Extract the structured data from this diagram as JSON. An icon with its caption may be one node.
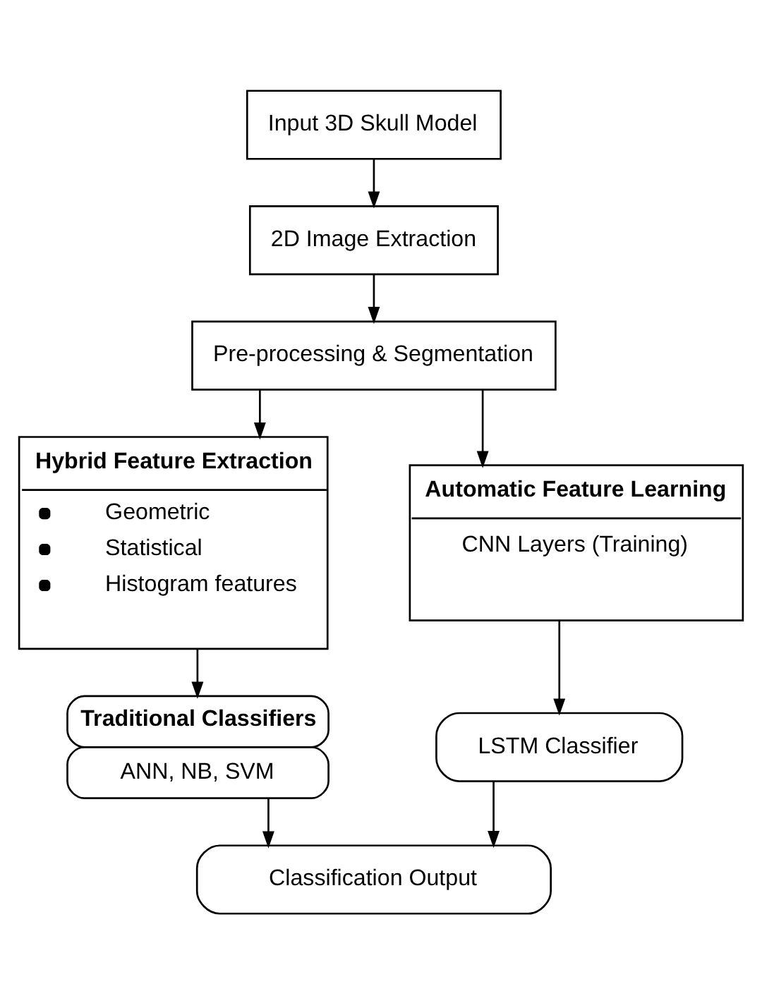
{
  "diagram": {
    "nodes": [
      {
        "text": [
          "Input 3D Skull Model"
        ]
      },
      {
        "text": [
          "2D Image Extraction"
        ]
      },
      {
        "text": [
          "Pre-processing & Segmentation"
        ]
      },
      {
        "text": [
          "Hybrid Feature Extraction",
          "Geometric",
          "Statistical",
          "Histogram features"
        ]
      },
      {
        "text": [
          "Automatic Feature Learning",
          "CNN Layers (Training)"
        ]
      },
      {
        "text": [
          "Traditional Classifiers",
          "ANN, NB, SVM"
        ]
      },
      {
        "text": [
          "LSTM Classifier"
        ]
      },
      {
        "text": [
          "Classification Output"
        ]
      }
    ],
    "edges": [
      {
        "from": 0,
        "to": 1,
        "arrow": "to"
      },
      {
        "from": 1,
        "to": 2,
        "arrow": "to"
      },
      {
        "from": 2,
        "to": 3,
        "arrow": "to"
      },
      {
        "from": 2,
        "to": 4,
        "arrow": "to"
      },
      {
        "from": 3,
        "to": 5,
        "arrow": "to"
      },
      {
        "from": 4,
        "to": 6,
        "arrow": "to"
      },
      {
        "from": 5,
        "to": 7,
        "arrow": "to"
      },
      {
        "from": 6,
        "to": 7,
        "arrow": "to"
      }
    ]
  }
}
